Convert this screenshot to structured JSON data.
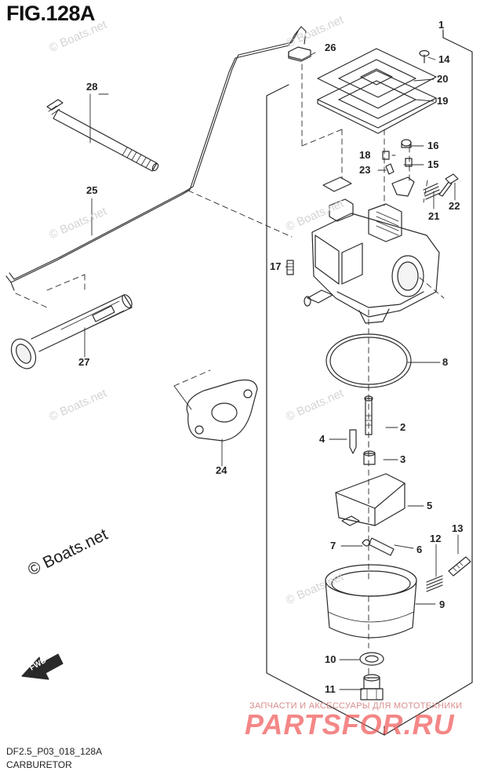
{
  "figure": {
    "title": "FIG.128A"
  },
  "callouts": [
    {
      "id": "1",
      "text": "1"
    },
    {
      "id": "2",
      "text": "2"
    },
    {
      "id": "3",
      "text": "3"
    },
    {
      "id": "4",
      "text": "4"
    },
    {
      "id": "5",
      "text": "5"
    },
    {
      "id": "6",
      "text": "6"
    },
    {
      "id": "7",
      "text": "7"
    },
    {
      "id": "8",
      "text": "8"
    },
    {
      "id": "9",
      "text": "9"
    },
    {
      "id": "10",
      "text": "10"
    },
    {
      "id": "11",
      "text": "11"
    },
    {
      "id": "12",
      "text": "12"
    },
    {
      "id": "13",
      "text": "13"
    },
    {
      "id": "14",
      "text": "14"
    },
    {
      "id": "15",
      "text": "15"
    },
    {
      "id": "16",
      "text": "16"
    },
    {
      "id": "17",
      "text": "17"
    },
    {
      "id": "18",
      "text": "18"
    },
    {
      "id": "19",
      "text": "19"
    },
    {
      "id": "20",
      "text": "20"
    },
    {
      "id": "21",
      "text": "21"
    },
    {
      "id": "22",
      "text": "22"
    },
    {
      "id": "23",
      "text": "23"
    },
    {
      "id": "24",
      "text": "24"
    },
    {
      "id": "25",
      "text": "25"
    },
    {
      "id": "26",
      "text": "26"
    },
    {
      "id": "27",
      "text": "27"
    },
    {
      "id": "28",
      "text": "28"
    }
  ],
  "watermark": {
    "small": "© Boats.net",
    "large": "© Boats.net"
  },
  "banner": {
    "top": "ЗАПЧАСТИ И АКСЕССУАРЫ ДЛЯ МОТОТЕХНИКИ",
    "logo": "PARTSFOR.RU"
  },
  "fwd_arrow": {
    "label": "FWD",
    "icon": "fwd-arrow-icon"
  },
  "footer": {
    "code": "DF2.5_P03_018_128A",
    "caption": "CARBURETOR"
  },
  "colors": {
    "line": "#2a2a2a",
    "watermark": "#d4d4d4",
    "banner": "#f05a5a"
  }
}
